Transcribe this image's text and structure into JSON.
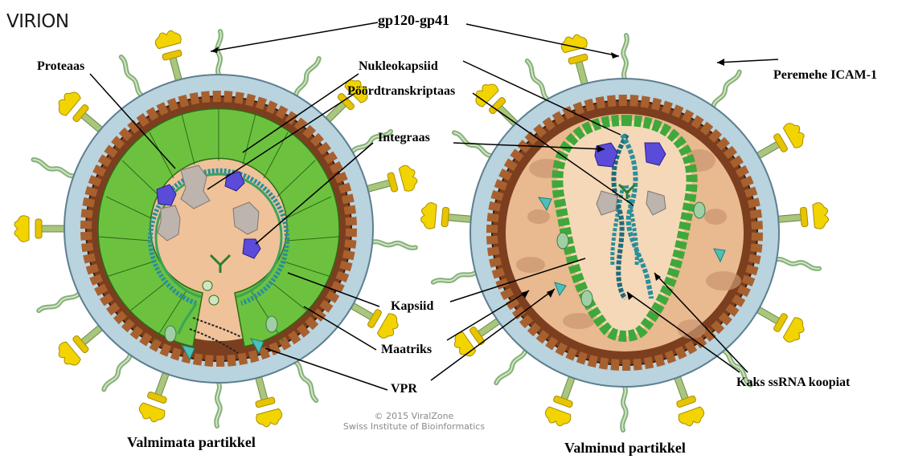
{
  "title": "VIRION",
  "labels": {
    "gp120": "gp120-gp41",
    "proteaas": "Proteaas",
    "nukleokapsiid": "Nukleokapsiid",
    "poordtranskriptaas": "Pöördtranskriptaas",
    "integraas": "Integraas",
    "icam": "Peremehe ICAM-1",
    "kapsiid": "Kapsiid",
    "maatriks": "Maatriks",
    "vpr": "VPR",
    "rna": "Kaks ssRNA koopiat"
  },
  "captions": {
    "left": "Valmimata partikkel",
    "right": "Valminud partikkel"
  },
  "credit": {
    "line1": "© 2015 ViralZone",
    "line2": "Swiss Institute of Bioinformatics"
  },
  "colors": {
    "envelope": "#b9d3df",
    "matrix": "#7b3f1f",
    "capsid": "#6cc23f",
    "core": "#efc29a",
    "protein": "#5a4bd8",
    "spike_head": "#f1d200",
    "spike_stem": "#9bc08a"
  }
}
